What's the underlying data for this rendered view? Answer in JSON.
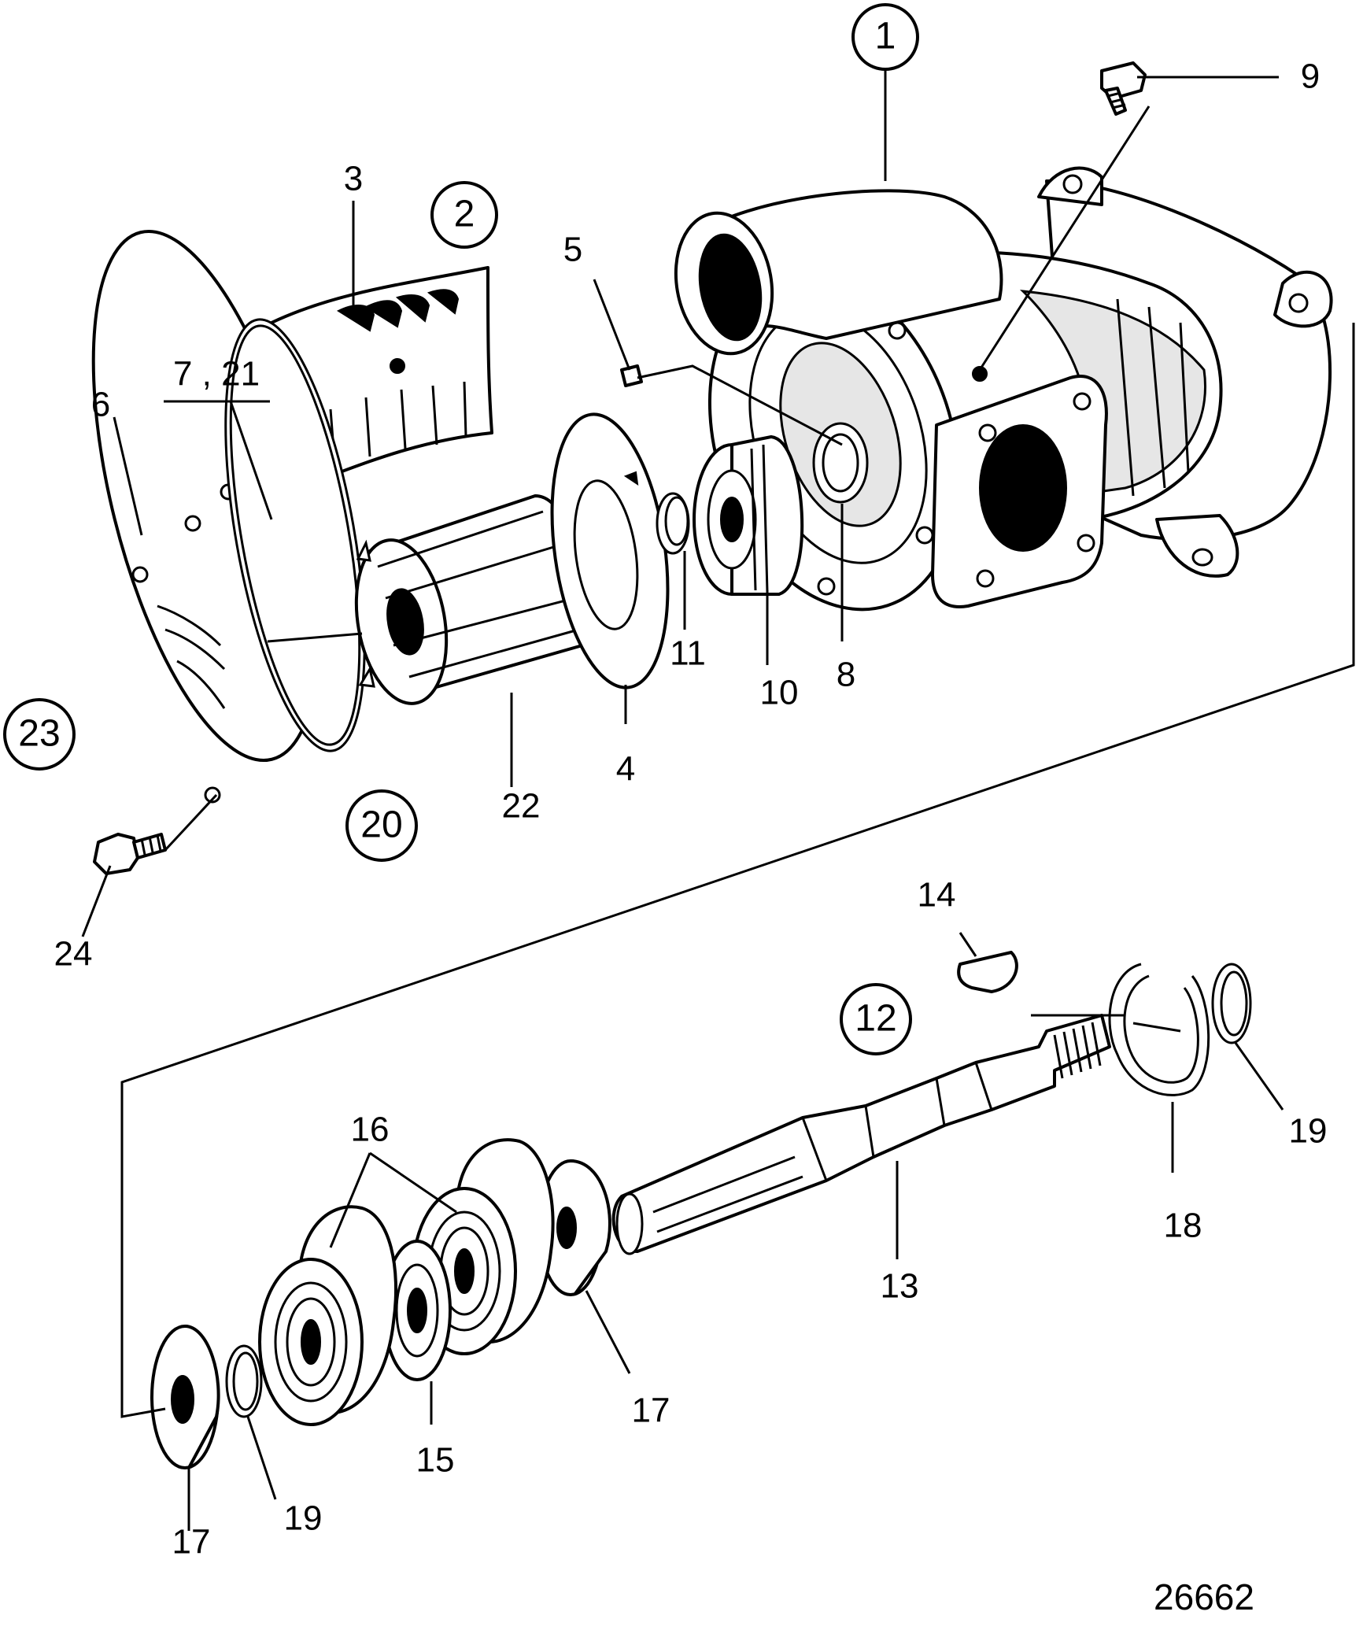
{
  "drawing_number": "26662",
  "group_labels": [
    "1",
    "2",
    "12",
    "20",
    "23"
  ],
  "part_labels": {
    "p3": "3",
    "p4": "4",
    "p5": "5",
    "p6": "6",
    "p7_21": "7 , 21",
    "p8": "8",
    "p9": "9",
    "p10": "10",
    "p11": "11",
    "p13": "13",
    "p14": "14",
    "p15": "15",
    "p16": "16",
    "p17a": "17",
    "p17b": "17",
    "p18": "18",
    "p19a": "19",
    "p19b": "19",
    "p22": "22",
    "p24": "24"
  }
}
